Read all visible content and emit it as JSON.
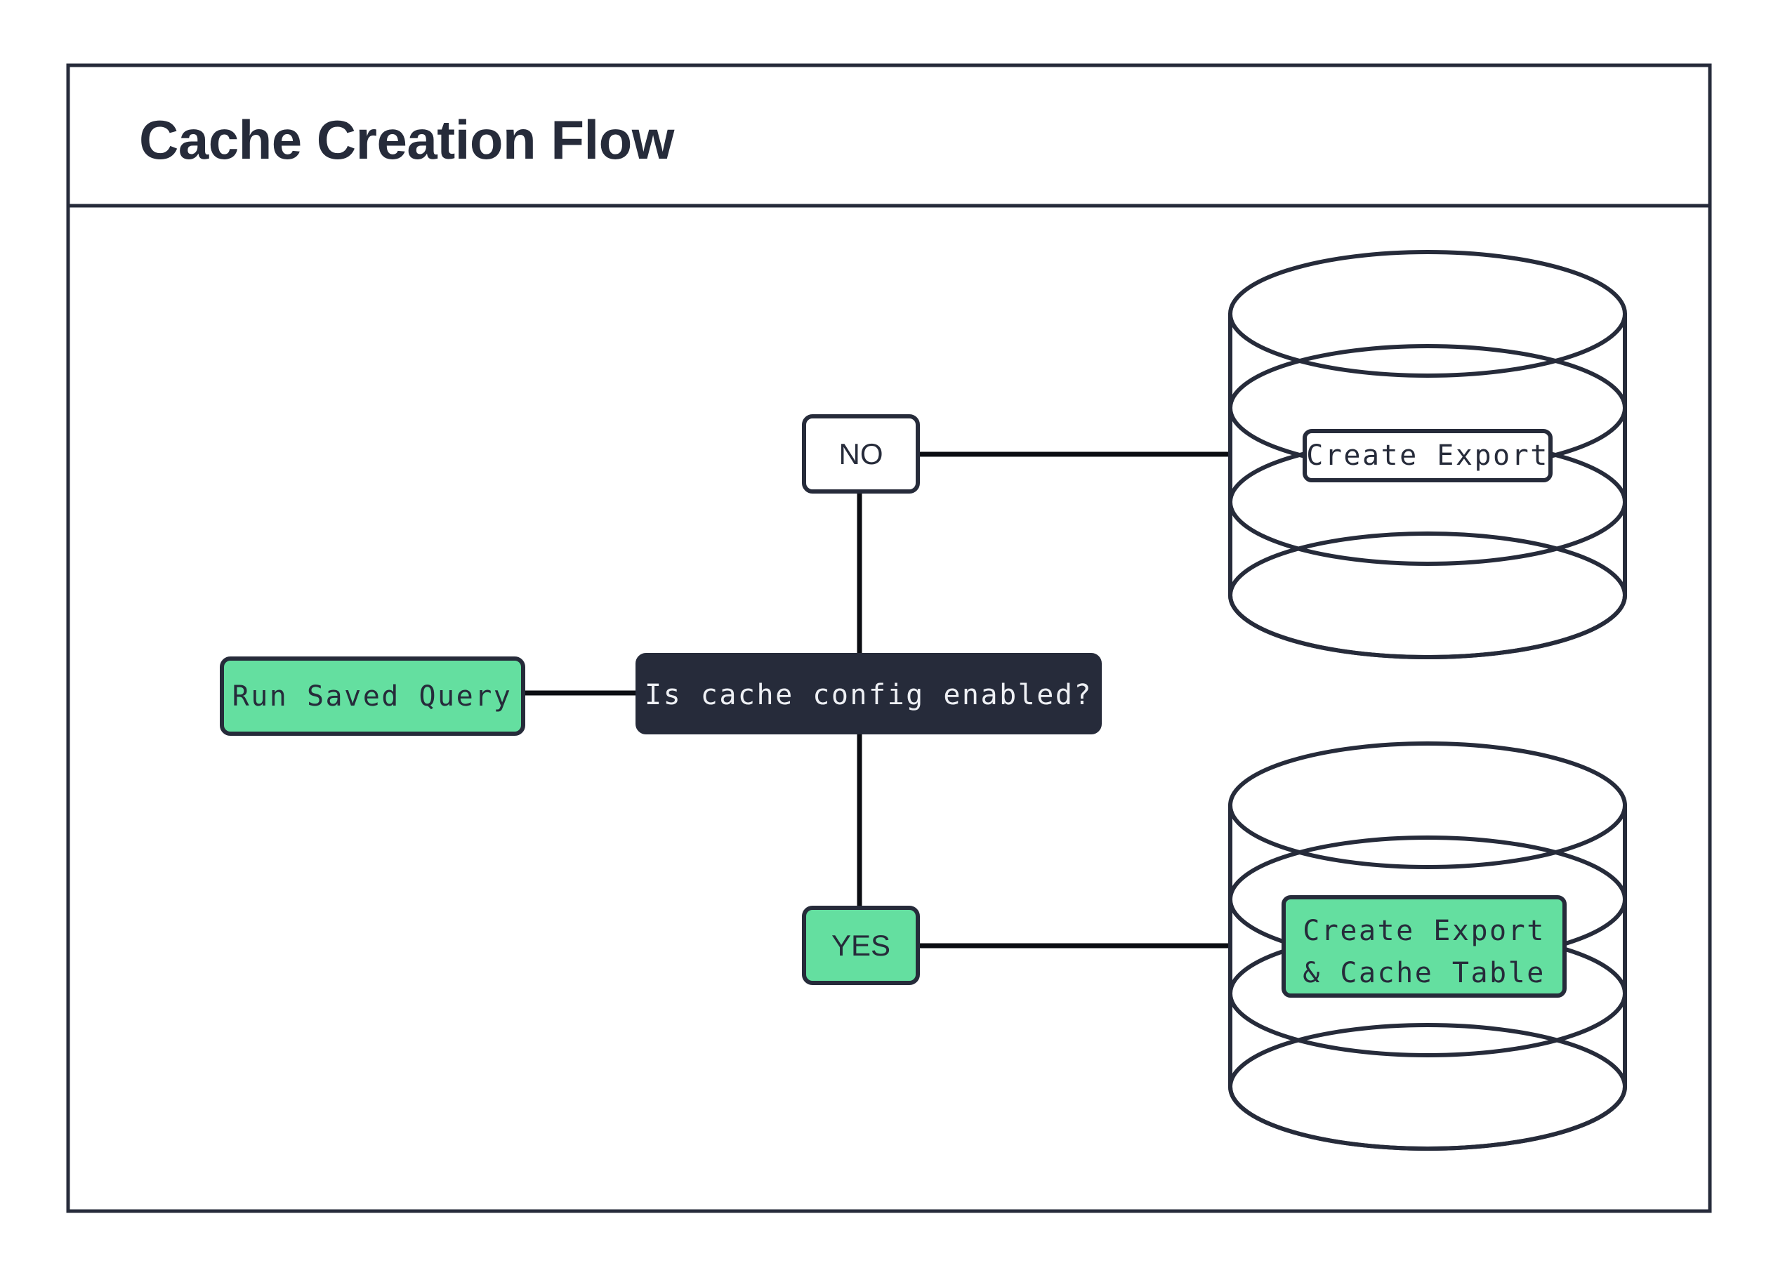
{
  "diagram": {
    "title": "Cache Creation Flow",
    "colors": {
      "ink": "#262b3a",
      "green": "#64dfa0",
      "white": "#ffffff",
      "connector": "#0b0d12"
    },
    "nodes": {
      "start": {
        "label": "Run Saved Query",
        "shape": "rounded-rect",
        "fill": "green"
      },
      "decision": {
        "label": "Is cache config enabled?",
        "shape": "rounded-rect",
        "fill": "dark"
      },
      "branch_no": {
        "label": "NO",
        "shape": "rounded-rect",
        "fill": "white"
      },
      "branch_yes": {
        "label": "YES",
        "shape": "rounded-rect",
        "fill": "green"
      },
      "db_top": {
        "shape": "cylinder",
        "label_fill": "white",
        "label_lines": [
          "Create Export"
        ]
      },
      "db_bottom": {
        "shape": "cylinder",
        "label_fill": "green",
        "label_lines": [
          "Create Export",
          "& Cache Table"
        ]
      }
    },
    "edges": [
      {
        "from": "start",
        "to": "decision",
        "label": ""
      },
      {
        "from": "decision",
        "to": "branch_no",
        "label": "NO"
      },
      {
        "from": "decision",
        "to": "branch_yes",
        "label": "YES"
      },
      {
        "from": "branch_no",
        "to": "db_top",
        "label": ""
      },
      {
        "from": "branch_yes",
        "to": "db_bottom",
        "label": ""
      }
    ]
  }
}
